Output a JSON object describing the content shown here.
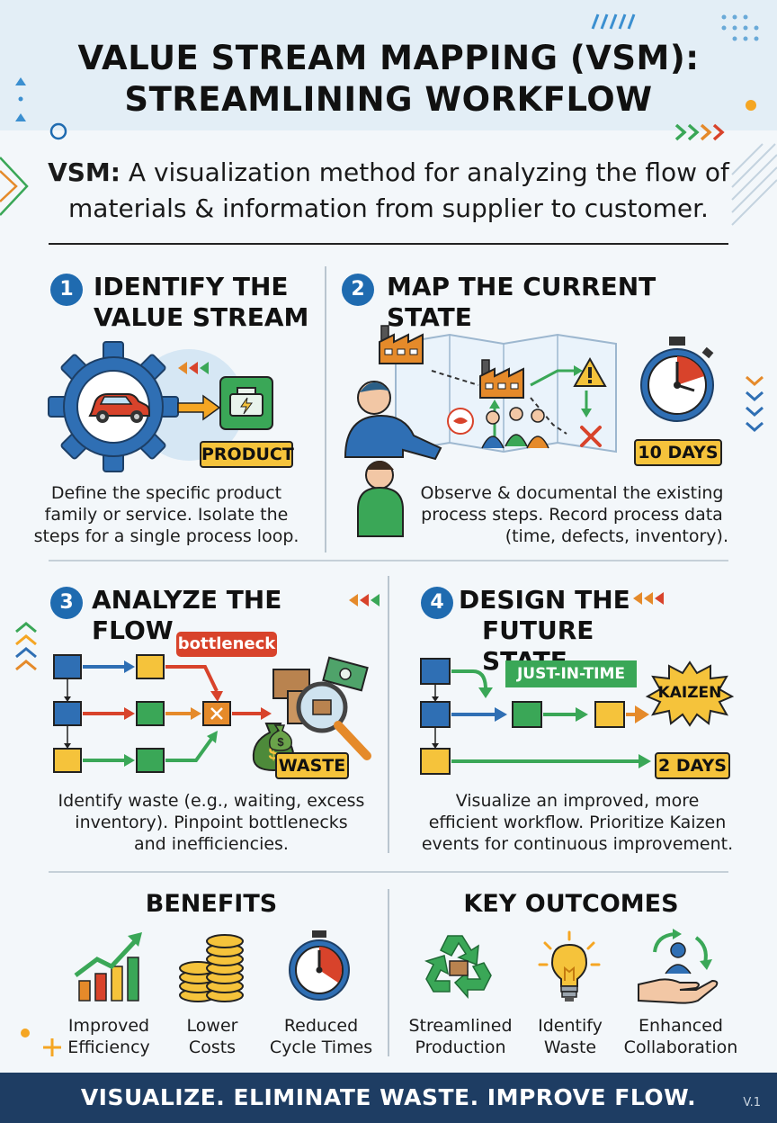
{
  "header": {
    "title_line1": "VALUE STREAM MAPPING (VSM):",
    "title_line2": "STREAMLINING WORKFLOW"
  },
  "intro": {
    "term": "VSM:",
    "text": "A visualization method for analyzing the flow of materials & information from supplier to customer."
  },
  "steps": [
    {
      "number": "1",
      "title_line1": "IDENTIFY THE",
      "title_line2": "VALUE STREAM",
      "tag": "PRODUCT",
      "desc_line1": "Define the specific product",
      "desc_line2": "family or service. Isolate the",
      "desc_line3": "steps for a single process loop.",
      "icons": [
        "gear-icon",
        "car-icon",
        "engine-icon"
      ]
    },
    {
      "number": "2",
      "title_line1": "MAP THE CURRENT STATE",
      "tag": "10 DAYS",
      "desc_line1": "Observe & documental the existing",
      "desc_line2": "process steps. Record process data",
      "desc_line3": "(time, defects, inventory).",
      "icons": [
        "map-icon",
        "factory-icon",
        "warning-icon",
        "stopwatch-icon",
        "people-icon"
      ]
    },
    {
      "number": "3",
      "title_line1": "ANALYZE THE FLOW",
      "bubble": "bottleneck",
      "tag": "WASTE",
      "desc_line1": "Identify waste (e.g., waiting, excess",
      "desc_line2": "inventory). Pinpoint bottlenecks",
      "desc_line3": "and inefficiencies.",
      "icons": [
        "flow-diagram-icon",
        "magnifier-icon",
        "money-bag-icon"
      ]
    },
    {
      "number": "4",
      "title_line1": "DESIGN THE",
      "title_line2": "FUTURE STATE",
      "banner": "JUST-IN-TIME",
      "burst": "KAIZEN",
      "tag": "2 DAYS",
      "desc_line1": "Visualize an improved, more",
      "desc_line2": "efficient workflow. Prioritize Kaizen",
      "desc_line3": "events for continuous improvement.",
      "icons": [
        "flow-diagram-icon",
        "kaizen-burst-icon"
      ]
    }
  ],
  "benefits": {
    "heading": "BENEFITS",
    "items": [
      {
        "line1": "Improved",
        "line2": "Efficiency",
        "icon": "growth-chart-icon"
      },
      {
        "line1": "Lower",
        "line2": "Costs",
        "icon": "coin-stack-icon"
      },
      {
        "line1": "Reduced",
        "line2": "Cycle Times",
        "icon": "stopwatch-icon"
      }
    ]
  },
  "outcomes": {
    "heading": "KEY OUTCOMES",
    "items": [
      {
        "line1": "Streamlined",
        "line2": "Production",
        "icon": "recycle-icon"
      },
      {
        "line1": "Identify",
        "line2": "Waste",
        "icon": "lightbulb-icon"
      },
      {
        "line1": "Enhanced",
        "line2": "Collaboration",
        "icon": "hand-people-icon"
      }
    ]
  },
  "footer": {
    "slogan": "VISUALIZE. ELIMINATE WASTE. IMPROVE FLOW.",
    "version": "V.1"
  },
  "colors": {
    "header_band": "#e3eef6",
    "step_number": "#1f6bb0",
    "tag_yellow": "#f5c33b",
    "footer": "#1e3d63",
    "accent_red": "#d8432b",
    "accent_green": "#3aa757"
  }
}
